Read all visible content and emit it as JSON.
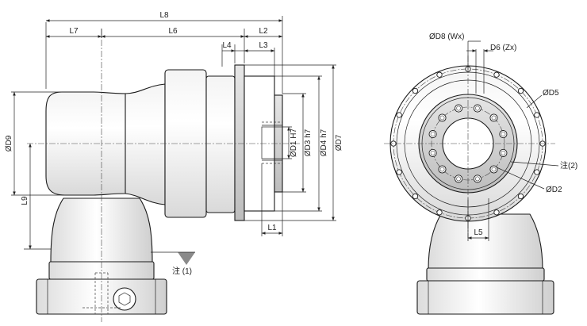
{
  "side_view": {
    "dimensions": {
      "L8": "L8",
      "L7": "L7",
      "L6": "L6",
      "L2": "L2",
      "L4": "L4",
      "L3": "L3",
      "L1": "L1",
      "L9": "L9",
      "D9": "ØD9",
      "D1": "ØD1 H7",
      "D3": "ØD3 h7",
      "D4": "ØD4 h7",
      "D7": "ØD7"
    },
    "note1": "注 (1)"
  },
  "front_view": {
    "dimensions": {
      "D8": "ØD8 (Wx)",
      "D6": "D6 (Zx)",
      "D5": "ØD5",
      "D2": "ØD2",
      "L5": "L5"
    },
    "note2": "注(2)"
  }
}
